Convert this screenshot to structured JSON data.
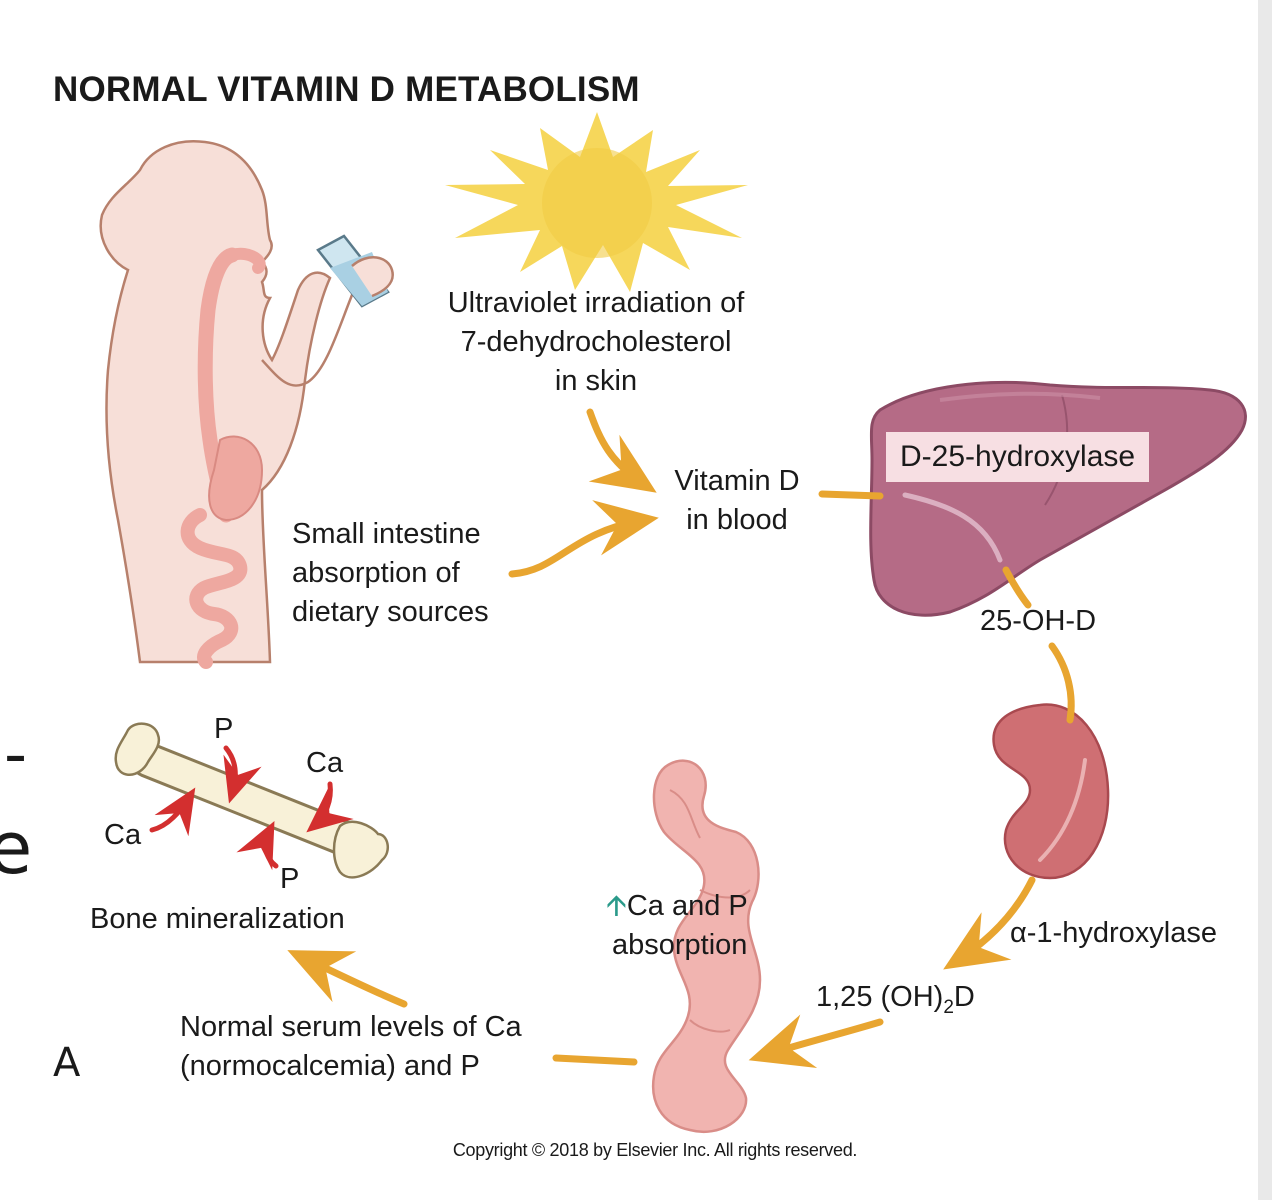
{
  "title": "NORMAL VITAMIN D METABOLISM",
  "labels": {
    "uv_line1": "Ultraviolet irradiation of",
    "uv_line2": "7-dehydrocholesterol",
    "uv_line3": "in skin",
    "vitd_line1": "Vitamin D",
    "vitd_line2": "in blood",
    "intestine_line1": "Small intestine",
    "intestine_line2": "absorption of",
    "intestine_line3": "dietary sources",
    "liver_enzyme": "D-25-hydroxylase",
    "metabolite_25": "25-OH-D",
    "kidney_enzyme": "α-1-hydroxylase",
    "calcitriol_prefix": "1,25 (OH)",
    "calcitriol_sub": "2",
    "calcitriol_suffix": "D",
    "gut_line1": "Ca and P",
    "gut_line2": "absorption",
    "serum_line1": "Normal serum levels of Ca",
    "serum_line2": "(normocalcemia) and P",
    "bone": "Bone mineralization",
    "bone_p_top": "P",
    "bone_ca_right": "Ca",
    "bone_ca_left": "Ca",
    "bone_p_bottom": "P"
  },
  "panel_letter": "A",
  "edge_fragments": {
    "dash": "-",
    "letter": "e"
  },
  "copyright": "Copyright © 2018 by Elsevier Inc. All rights reserved.",
  "icons": [
    "woman-drinking-figure",
    "sun-icon",
    "liver-icon",
    "kidney-icon",
    "intestine-icon",
    "bone-icon"
  ],
  "colors": {
    "arrow": "#e8a530",
    "sun": "#f6d75b",
    "body": "#f7dfd8",
    "gut": "#eea8a0",
    "liver": "#b56b86",
    "kidney": "#cf6f73",
    "intestine_segment": "#f1b4b0",
    "bone": "#f8f1d8",
    "mineral_arrow": "#d32f2f",
    "up_arrow": "#2a9a8a"
  }
}
